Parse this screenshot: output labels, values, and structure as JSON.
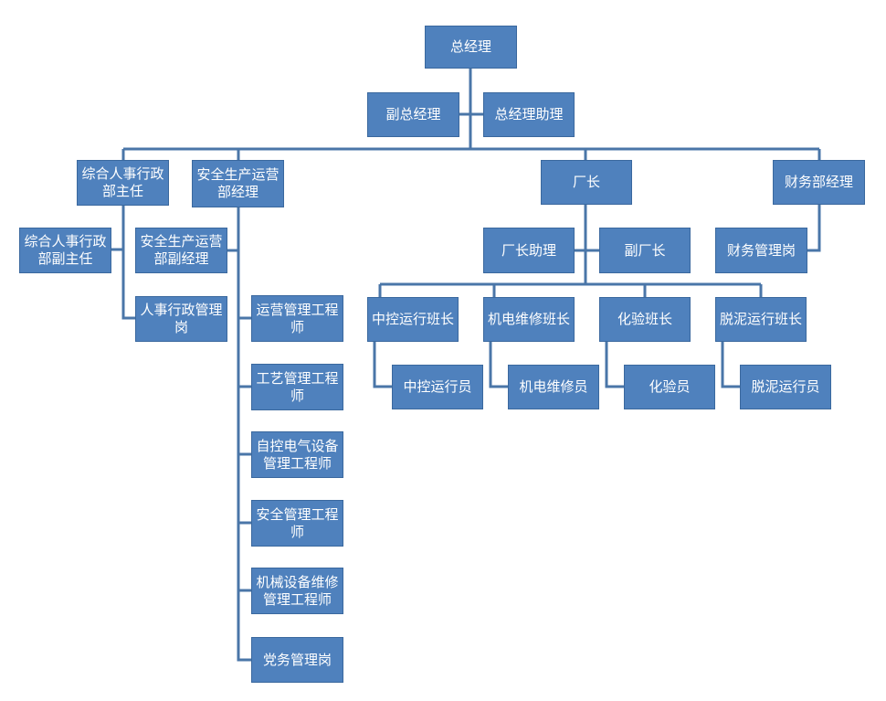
{
  "org": {
    "gm": "总经理",
    "vice_gm": "副总经理",
    "gm_assistant": "总经理助理",
    "hr_dir": "综合人事行政部主任",
    "hr_deputy": "综合人事行政部副主任",
    "hr_admin": "人事行政管理岗",
    "safety_mgr": "安全生产运营部经理",
    "safety_deputy": "安全生产运营部副经理",
    "ops_eng": "运营管理工程师",
    "process_eng": "工艺管理工程师",
    "auto_eng": "自控电气设备管理工程师",
    "safety_eng": "安全管理工程师",
    "mech_eng": "机械设备维修管理工程师",
    "party": "党务管理岗",
    "plant_mgr": "厂长",
    "plant_assistant": "厂长助理",
    "deputy_plant": "副厂长",
    "central_lead": "中控运行班长",
    "mech_lead": "机电维修班长",
    "lab_lead": "化验班长",
    "sludge_lead": "脱泥运行班长",
    "central_op": "中控运行员",
    "mech_op": "机电维修员",
    "lab_op": "化验员",
    "sludge_op": "脱泥运行员",
    "finance_mgr": "财务部经理",
    "finance_post": "财务管理岗"
  },
  "colors": {
    "box_fill": "#4f81bd",
    "box_border": "#3a689e",
    "connector": "#4a76a8",
    "text": "#ffffff"
  }
}
